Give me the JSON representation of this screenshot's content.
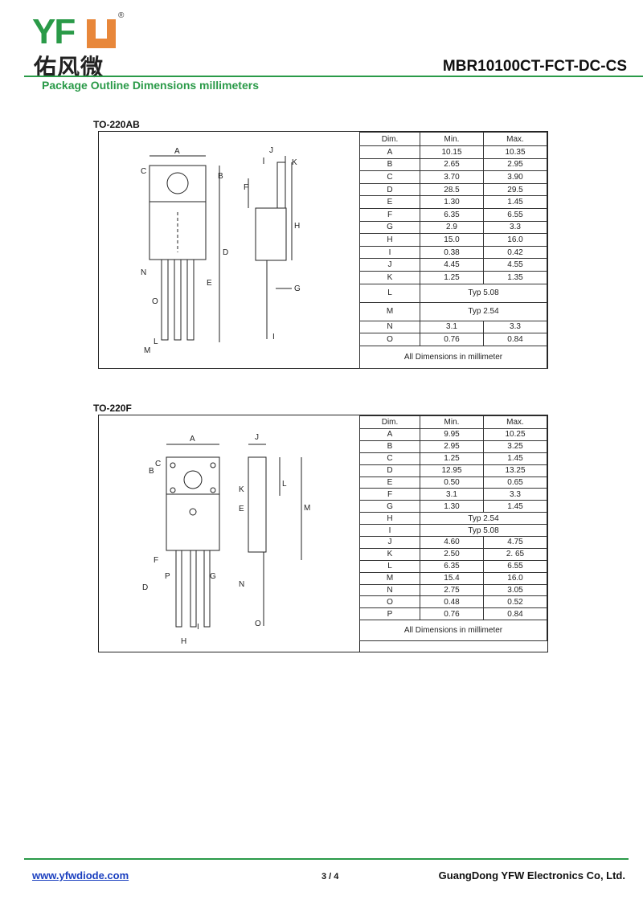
{
  "header": {
    "logo_text": "YFW",
    "logo_cn": "佑风微",
    "registered": "®",
    "model": "MBR10100CT-FCT-DC-CS",
    "subtitle": "Package Outline Dimensions millimeters"
  },
  "packages": [
    {
      "title": "TO-220AB",
      "columns": [
        "Dim.",
        "Min.",
        "Max."
      ],
      "rows": [
        {
          "dim": "A",
          "min": "10.15",
          "max": "10.35"
        },
        {
          "dim": "B",
          "min": "2.65",
          "max": "2.95"
        },
        {
          "dim": "C",
          "min": "3.70",
          "max": "3.90"
        },
        {
          "dim": "D",
          "min": "28.5",
          "max": "29.5"
        },
        {
          "dim": "E",
          "min": "1.30",
          "max": "1.45"
        },
        {
          "dim": "F",
          "min": "6.35",
          "max": "6.55"
        },
        {
          "dim": "G",
          "min": "2.9",
          "max": "3.3"
        },
        {
          "dim": "H",
          "min": "15.0",
          "max": "16.0"
        },
        {
          "dim": "I",
          "min": "0.38",
          "max": "0.42"
        },
        {
          "dim": "J",
          "min": "4.45",
          "max": "4.55"
        },
        {
          "dim": "K",
          "min": "1.25",
          "max": "1.35"
        },
        {
          "dim": "L",
          "typ": "Typ 5.08"
        },
        {
          "dim": "M",
          "typ": "Typ 2.54"
        },
        {
          "dim": "N",
          "min": "3.1",
          "max": "3.3"
        },
        {
          "dim": "O",
          "min": "0.76",
          "max": "0.84"
        }
      ],
      "footer": "All Dimensions in millimeter",
      "diagram_labels": [
        "A",
        "B",
        "C",
        "D",
        "E",
        "N",
        "O",
        "L",
        "M",
        "J",
        "K",
        "F",
        "H",
        "G",
        "I"
      ]
    },
    {
      "title": "TO-220F",
      "columns": [
        "Dim.",
        "Min.",
        "Max."
      ],
      "rows": [
        {
          "dim": "A",
          "min": "9.95",
          "max": "10.25"
        },
        {
          "dim": "B",
          "min": "2.95",
          "max": "3.25"
        },
        {
          "dim": "C",
          "min": "1.25",
          "max": "1.45"
        },
        {
          "dim": "D",
          "min": "12.95",
          "max": "13.25"
        },
        {
          "dim": "E",
          "min": "0.50",
          "max": "0.65"
        },
        {
          "dim": "F",
          "min": "3.1",
          "max": "3.3"
        },
        {
          "dim": "G",
          "min": "1.30",
          "max": "1.45"
        },
        {
          "dim": "H",
          "typ": "Typ 2.54"
        },
        {
          "dim": "I",
          "typ": "Typ 5.08"
        },
        {
          "dim": "J",
          "min": "4.60",
          "max": "4.75"
        },
        {
          "dim": "K",
          "min": "2.50",
          "max": "2. 65"
        },
        {
          "dim": "L",
          "min": "6.35",
          "max": "6.55"
        },
        {
          "dim": "M",
          "min": "15.4",
          "max": "16.0"
        },
        {
          "dim": "N",
          "min": "2.75",
          "max": "3.05"
        },
        {
          "dim": "O",
          "min": "0.48",
          "max": "0.52"
        },
        {
          "dim": "P",
          "min": "0.76",
          "max": "0.84"
        }
      ],
      "footer": "All Dimensions in millimeter",
      "diagram_labels": [
        "A",
        "B",
        "C",
        "F",
        "P",
        "G",
        "D",
        "H",
        "I",
        "J",
        "K",
        "E",
        "L",
        "M",
        "N",
        "O"
      ]
    }
  ],
  "footer": {
    "url": "www.yfwdiode.com",
    "page": "3 / 4",
    "company": "GuangDong YFW Electronics Co, Ltd."
  }
}
